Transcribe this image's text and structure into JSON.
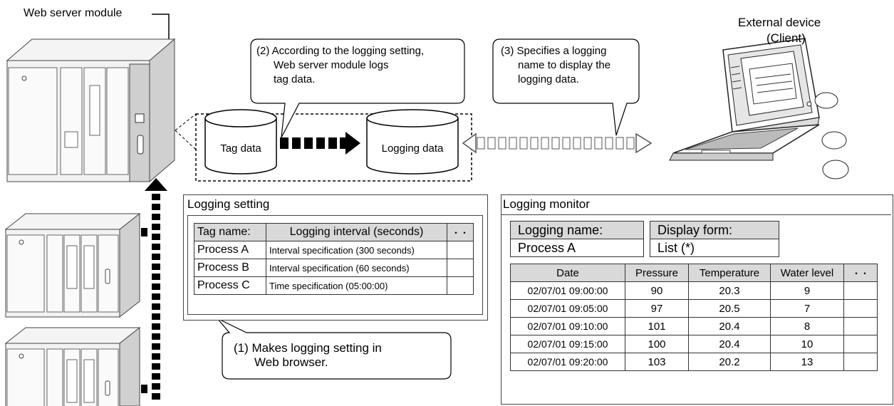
{
  "web_server_label": "Web server module",
  "external_device": {
    "line1": "External device",
    "line2": "(Client)"
  },
  "callouts": {
    "step2": [
      "(2) According to the logging setting,",
      "Web server module logs",
      "tag data."
    ],
    "step3": [
      "(3) Specifies a logging",
      "name to display the",
      "logging data."
    ],
    "step1": [
      "(1) Makes logging setting in",
      "Web browser."
    ]
  },
  "cylinders": {
    "tag_data": "Tag data",
    "logging_data": "Logging data"
  },
  "logging_setting": {
    "title": "Logging setting",
    "headers": [
      "Tag name:",
      "Logging interval (seconds)",
      "・・"
    ],
    "rows": [
      [
        "Process A",
        "Interval specification (300 seconds)",
        ""
      ],
      [
        "Process B",
        "Interval specification (60 seconds)",
        ""
      ],
      [
        "Process C",
        "Time specification (05:00:00)",
        ""
      ]
    ]
  },
  "logging_monitor": {
    "title": "Logging monitor",
    "logging_name_label": "Logging name:",
    "logging_name_value": "Process A",
    "display_form_label": "Display form:",
    "display_form_value": "List (*)",
    "headers": [
      "Date",
      "Pressure",
      "Temperature",
      "Water level",
      "・・"
    ],
    "rows": [
      [
        "02/07/01 09:00:00",
        "90",
        "20.3",
        "9",
        ""
      ],
      [
        "02/07/01 09:05:00",
        "97",
        "20.5",
        "7",
        ""
      ],
      [
        "02/07/01 09:10:00",
        "101",
        "20.4",
        "8",
        ""
      ],
      [
        "02/07/01 09:15:00",
        "100",
        "20.4",
        "10",
        ""
      ],
      [
        "02/07/01 09:20:00",
        "103",
        "20.2",
        "13",
        ""
      ]
    ]
  }
}
